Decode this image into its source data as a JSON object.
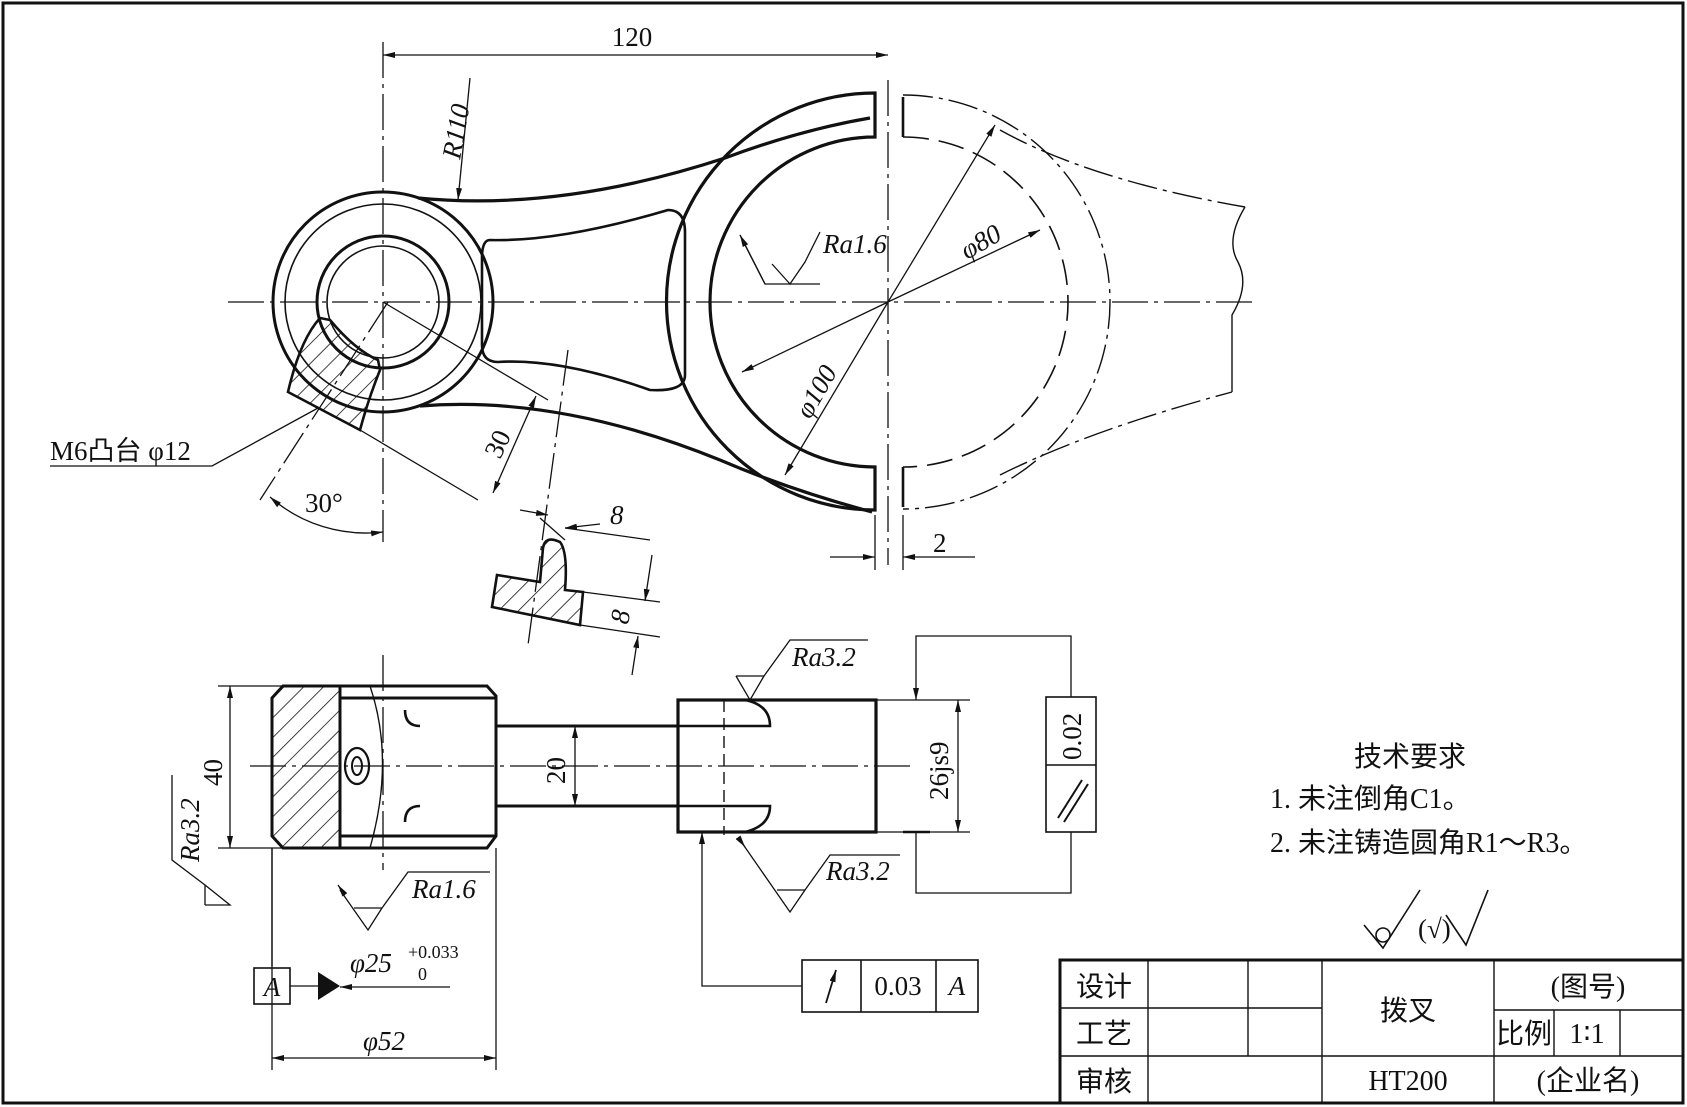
{
  "drawing": {
    "dimensions": {
      "d120": "120",
      "r110": "R110",
      "phi80": "φ80",
      "phi100": "φ100",
      "d30": "30",
      "angle30": "30°",
      "d8a": "8",
      "d8b": "8",
      "d2": "2",
      "d40": "40",
      "d20": "20",
      "d26": "26js9",
      "phi52": "φ52",
      "phi25": "φ25",
      "tol_upper": "+0.033",
      "tol_lower": "0"
    },
    "labels": {
      "boss": "M6凸台 φ12"
    },
    "roughness": {
      "ra16_top": "Ra1.6",
      "ra32_left": "Ra3.2",
      "ra16_bottom": "Ra1.6",
      "ra32_top": "Ra3.2",
      "ra32_bottom": "Ra3.2",
      "general": "(√)"
    },
    "tolerance": {
      "parallel_value": "0.02",
      "runout_value": "0.03",
      "runout_datum": "A",
      "datum": "A"
    }
  },
  "tech_requirements": {
    "title": "技术要求",
    "items": [
      "1. 未注倒角C1。",
      "2. 未注铸造圆角R1～R3。"
    ]
  },
  "title_block": {
    "design": "设计",
    "craft": "工艺",
    "review": "审核",
    "part_name": "拨叉",
    "drawing_no": "(图号)",
    "scale_label": "比例",
    "scale_value": "1∶1",
    "material": "HT200",
    "company": "(企业名)"
  }
}
